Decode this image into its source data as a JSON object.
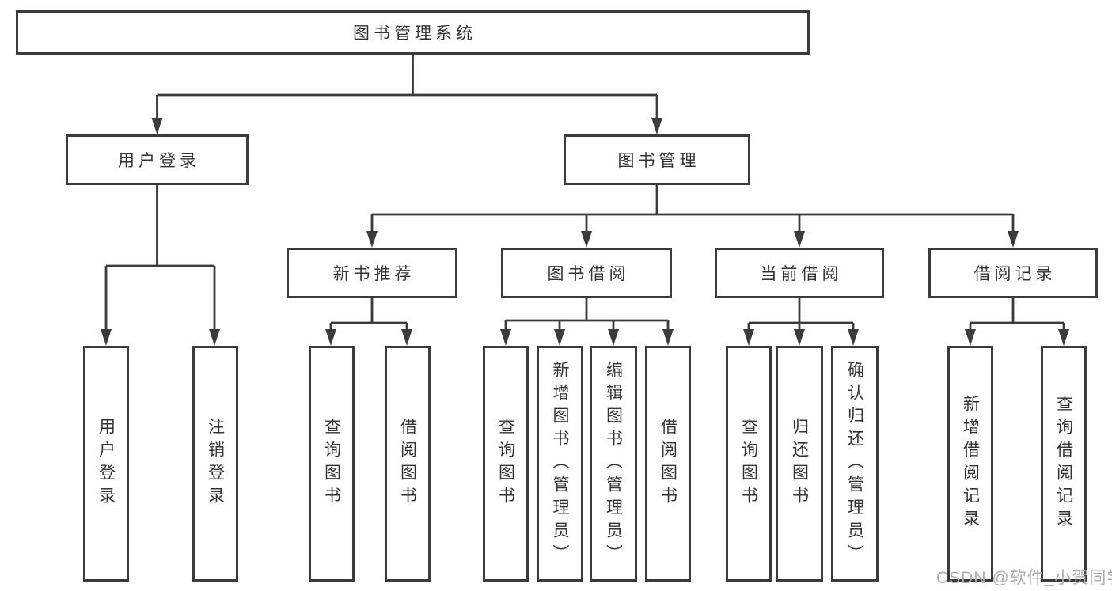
{
  "diagram": {
    "type": "tree-structure-chart",
    "colors": {
      "line": "#3b3b3b",
      "box_border": "#3b3b3b",
      "text": "#333333",
      "background": "#ffffff",
      "watermark": "#aeaeb2"
    },
    "watermark": "CSDN @软件_小贺同学"
  },
  "nodes": {
    "root": {
      "label": "图书管理系统"
    },
    "user_login": {
      "label": "用户登录"
    },
    "book_mgmt": {
      "label": "图书管理"
    },
    "new_book_rec": {
      "label": "新书推荐"
    },
    "book_borrow": {
      "label": "图书借阅"
    },
    "current_borrow": {
      "label": "当前借阅"
    },
    "borrow_record": {
      "label": "借阅记录"
    },
    "leaf_user_login": {
      "label": "用户登录"
    },
    "leaf_logout": {
      "label": "注销登录"
    },
    "leaf_query_book_1": {
      "label": "查询图书"
    },
    "leaf_borrow_book_1": {
      "label": "借阅图书"
    },
    "leaf_query_book_2": {
      "label": "查询图书"
    },
    "leaf_add_book": {
      "label": "新增图书（管理员）"
    },
    "leaf_edit_book": {
      "label": "编辑图书（管理员）"
    },
    "leaf_borrow_book_2": {
      "label": "借阅图书"
    },
    "leaf_query_book_3": {
      "label": "查询图书"
    },
    "leaf_return_book": {
      "label": "归还图书"
    },
    "leaf_confirm_return": {
      "label": "确认归还（管理员）"
    },
    "leaf_add_record": {
      "label": "新增借阅记录"
    },
    "leaf_query_record": {
      "label": "查询借阅记录"
    }
  },
  "edges": [
    [
      "root",
      "user_login"
    ],
    [
      "root",
      "book_mgmt"
    ],
    [
      "user_login",
      "leaf_user_login"
    ],
    [
      "user_login",
      "leaf_logout"
    ],
    [
      "book_mgmt",
      "new_book_rec"
    ],
    [
      "book_mgmt",
      "book_borrow"
    ],
    [
      "book_mgmt",
      "current_borrow"
    ],
    [
      "book_mgmt",
      "borrow_record"
    ],
    [
      "new_book_rec",
      "leaf_query_book_1"
    ],
    [
      "new_book_rec",
      "leaf_borrow_book_1"
    ],
    [
      "book_borrow",
      "leaf_query_book_2"
    ],
    [
      "book_borrow",
      "leaf_add_book"
    ],
    [
      "book_borrow",
      "leaf_edit_book"
    ],
    [
      "book_borrow",
      "leaf_borrow_book_2"
    ],
    [
      "current_borrow",
      "leaf_query_book_3"
    ],
    [
      "current_borrow",
      "leaf_return_book"
    ],
    [
      "current_borrow",
      "leaf_confirm_return"
    ],
    [
      "borrow_record",
      "leaf_add_record"
    ],
    [
      "borrow_record",
      "leaf_query_record"
    ]
  ]
}
